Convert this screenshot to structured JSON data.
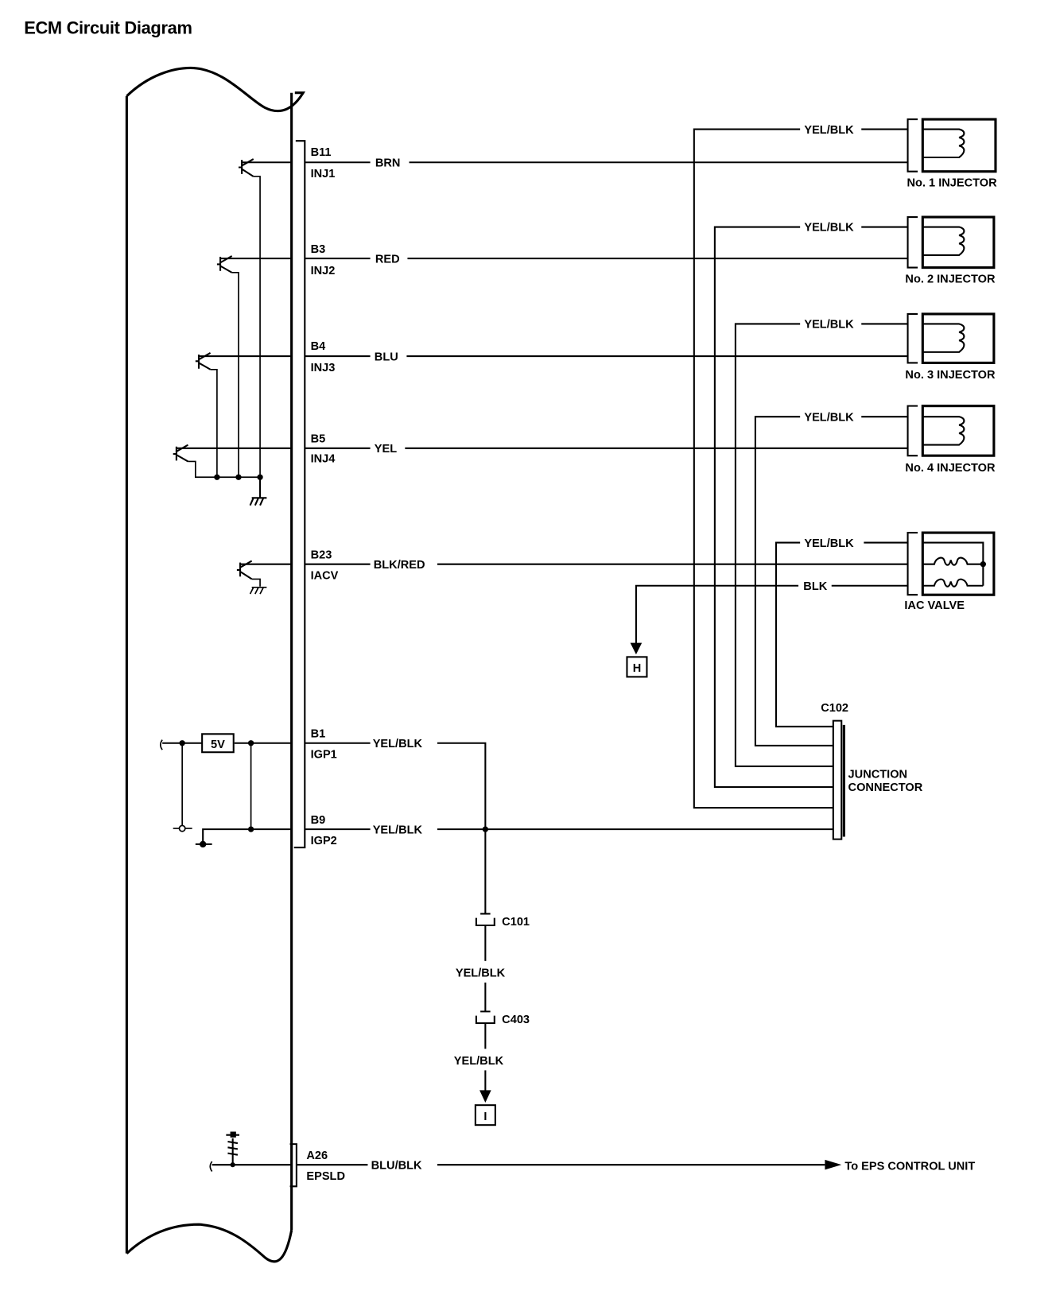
{
  "title": "ECM Circuit Diagram",
  "ecm_pins": [
    {
      "pin": "B11",
      "signal": "INJ1",
      "wire": "BRN"
    },
    {
      "pin": "B3",
      "signal": "INJ2",
      "wire": "RED"
    },
    {
      "pin": "B4",
      "signal": "INJ3",
      "wire": "BLU"
    },
    {
      "pin": "B5",
      "signal": "INJ4",
      "wire": "YEL"
    },
    {
      "pin": "B23",
      "signal": "IACV",
      "wire": "BLK/RED"
    },
    {
      "pin": "B1",
      "signal": "IGP1",
      "wire": "YEL/BLK"
    },
    {
      "pin": "B9",
      "signal": "IGP2",
      "wire": "YEL/BLK"
    },
    {
      "pin": "A26",
      "signal": "EPSLD",
      "wire": "BLU/BLK"
    }
  ],
  "components": {
    "injectors": [
      {
        "label": "No. 1 INJECTOR",
        "supply_wire": "YEL/BLK"
      },
      {
        "label": "No. 2 INJECTOR",
        "supply_wire": "YEL/BLK"
      },
      {
        "label": "No. 3 INJECTOR",
        "supply_wire": "YEL/BLK"
      },
      {
        "label": "No. 4 INJECTOR",
        "supply_wire": "YEL/BLK"
      }
    ],
    "iac_valve": {
      "label": "IAC VALVE",
      "supply_wire": "YEL/BLK",
      "ground_wire": "BLK"
    },
    "junction": {
      "id": "C102",
      "label_line1": "JUNCTION",
      "label_line2": "CONNECTOR"
    },
    "regulator": {
      "label": "5V"
    },
    "connectors": [
      {
        "id": "C101",
        "wire_below": "YEL/BLK"
      },
      {
        "id": "C403",
        "wire_below": "YEL/BLK"
      }
    ],
    "refs": {
      "h": "H",
      "i": "I"
    },
    "eps": {
      "label": "To EPS CONTROL UNIT"
    }
  }
}
